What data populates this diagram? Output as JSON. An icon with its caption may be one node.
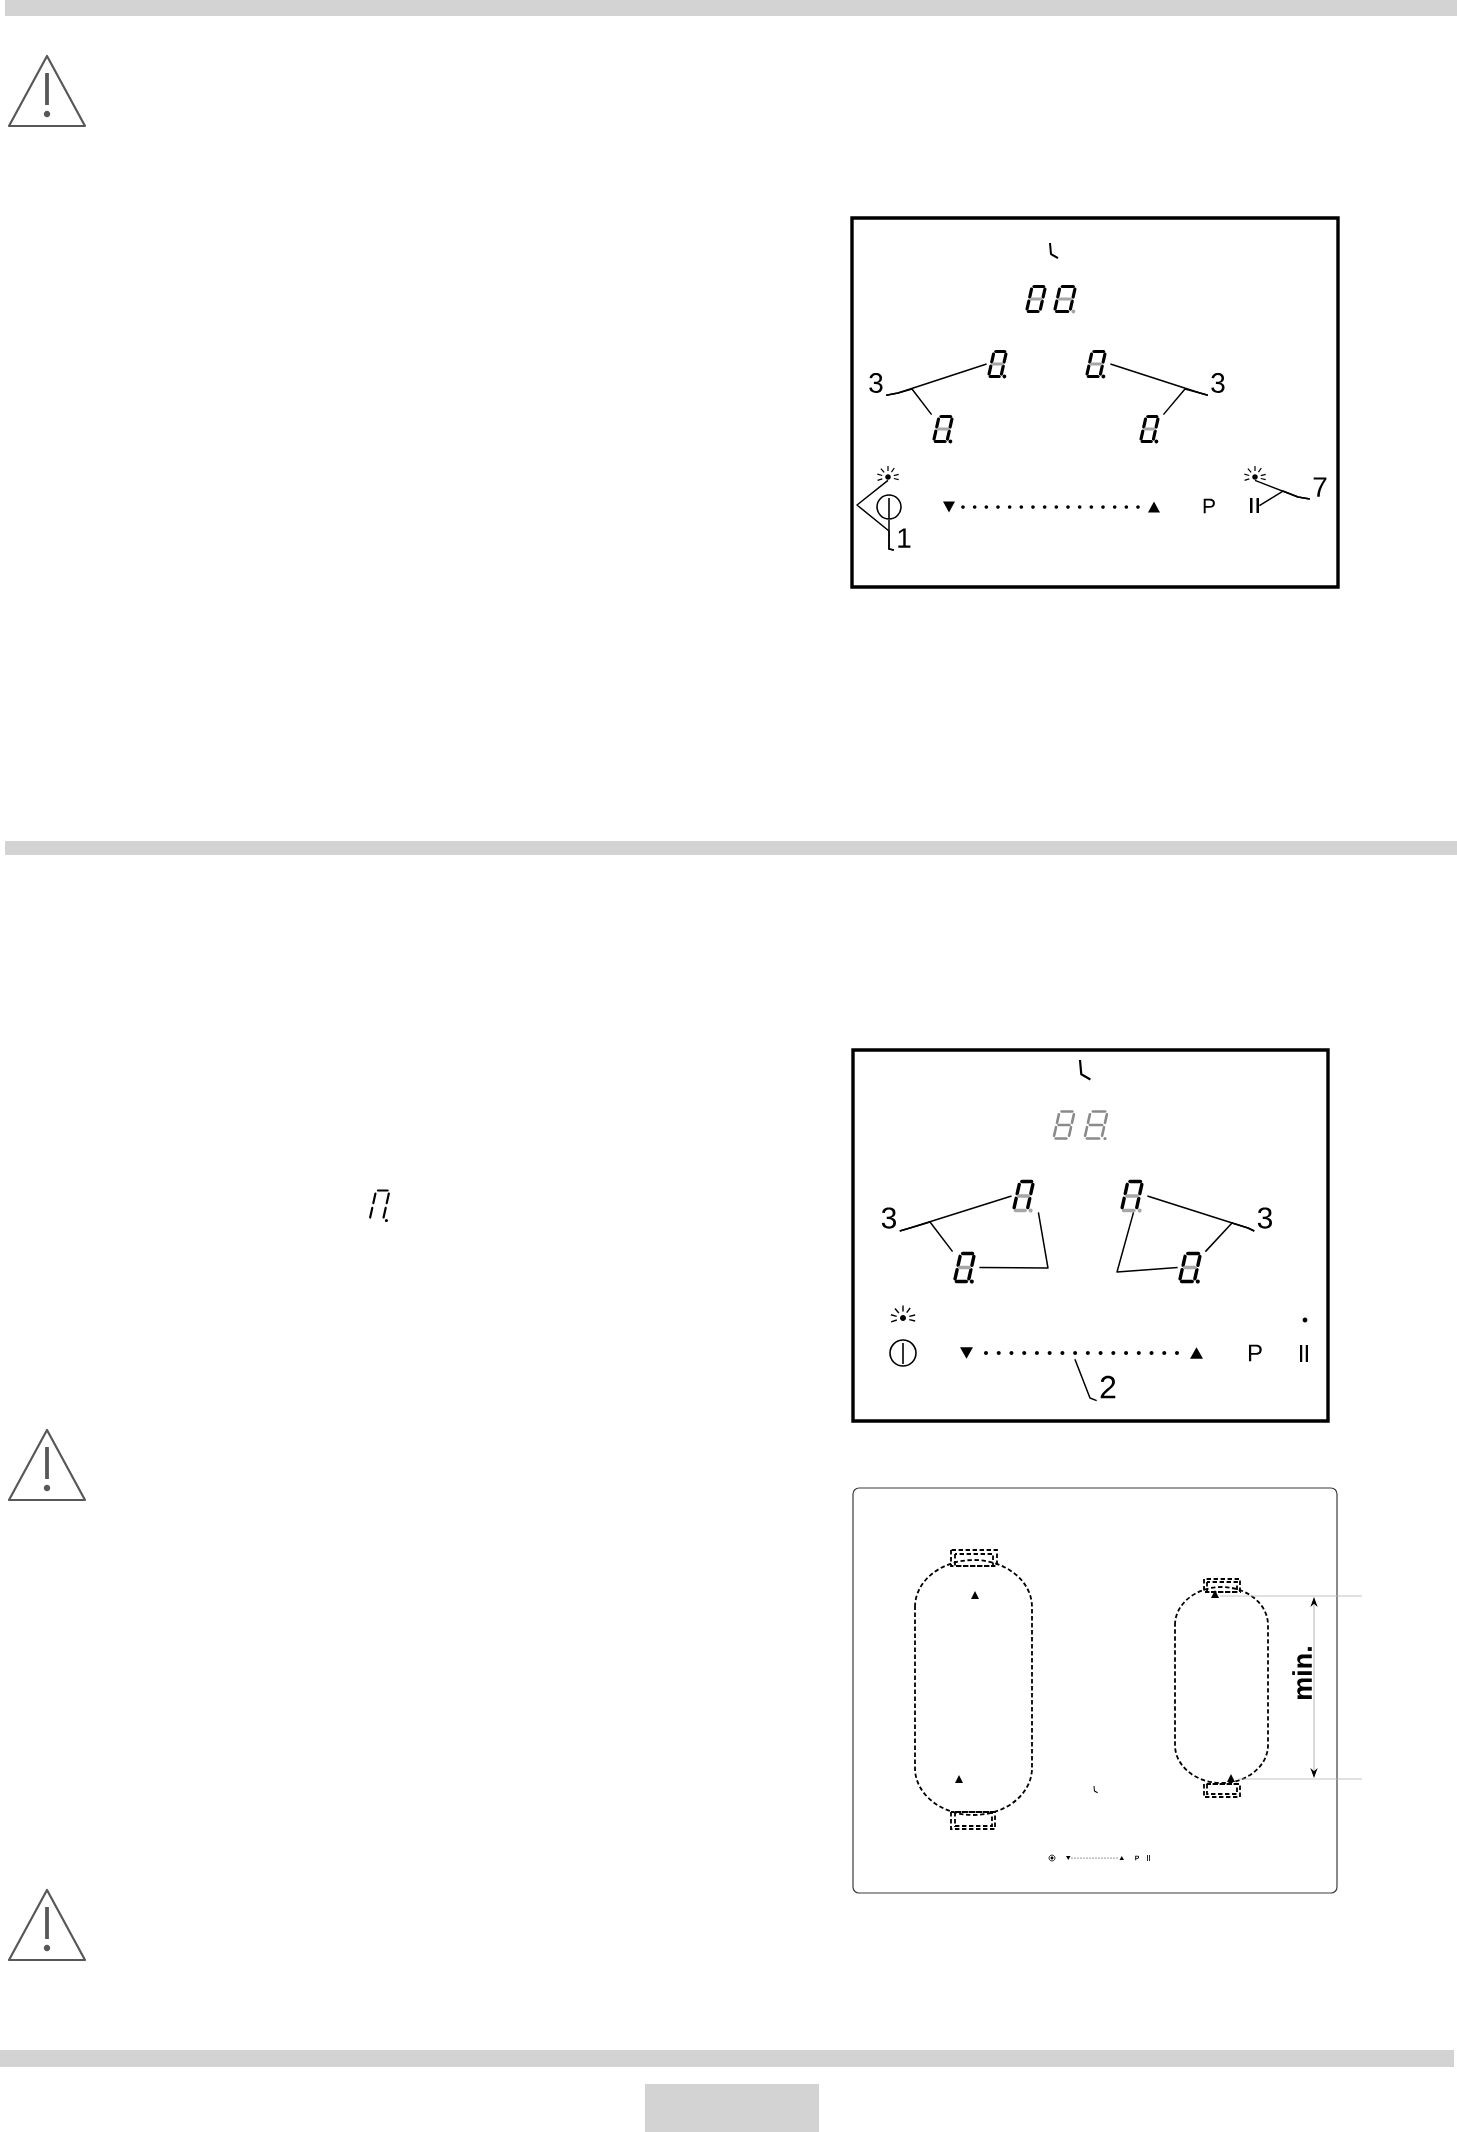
{
  "diagram": {
    "nodes": [
      {
        "text": [],
        "shape": "bar"
      },
      {
        "text": [],
        "shape": "digit"
      },
      {
        "text": [],
        "shape": "digit"
      },
      {
        "text": [
          "3"
        ]
      },
      {
        "text": [
          "3"
        ]
      },
      {
        "text": [],
        "shape": "digit"
      },
      {
        "text": [],
        "shape": "digit"
      },
      {
        "text": [],
        "shape": "lamp"
      },
      {
        "text": [],
        "shape": "lamp"
      },
      {
        "text": [
          "7"
        ]
      },
      {
        "text": [],
        "shape": "circle"
      },
      {
        "text": [],
        "shape": "bars"
      },
      {
        "text": [
          "1"
        ]
      },
      {
        "text": [],
        "shape": "bar"
      },
      {
        "text": [],
        "shape": "digit"
      },
      {
        "text": [],
        "shape": "digit"
      },
      {
        "text": [
          "3"
        ]
      },
      {
        "text": [
          "3"
        ]
      },
      {
        "text": [],
        "shape": "digit"
      },
      {
        "text": [],
        "shape": "digit"
      },
      {
        "text": [],
        "shape": "slider"
      },
      {
        "text": [
          "2"
        ]
      },
      {
        "text": [],
        "shape": "bar"
      }
    ],
    "edges": [
      {
        "from": 3,
        "to": 1,
        "arrow": "none"
      },
      {
        "from": 3,
        "to": 5,
        "arrow": "none"
      },
      {
        "from": 4,
        "to": 2,
        "arrow": "none"
      },
      {
        "from": 4,
        "to": 6,
        "arrow": "none"
      },
      {
        "from": 12,
        "to": 10,
        "arrow": "none"
      },
      {
        "from": 12,
        "to": 7,
        "arrow": "none"
      },
      {
        "from": 9,
        "to": 8,
        "arrow": "none"
      },
      {
        "from": 9,
        "to": 11,
        "arrow": "none"
      },
      {
        "from": 16,
        "to": 14,
        "arrow": "none"
      },
      {
        "from": 16,
        "to": 18,
        "arrow": "none"
      },
      {
        "from": 18,
        "to": 14,
        "arrow": "none"
      },
      {
        "from": 17,
        "to": 15,
        "arrow": "none"
      },
      {
        "from": 17,
        "to": 19,
        "arrow": "none"
      },
      {
        "from": 19,
        "to": 15,
        "arrow": "none"
      },
      {
        "from": 21,
        "to": 20,
        "arrow": "none"
      }
    ],
    "labels": [
      "P",
      "P",
      "P",
      "min."
    ]
  }
}
